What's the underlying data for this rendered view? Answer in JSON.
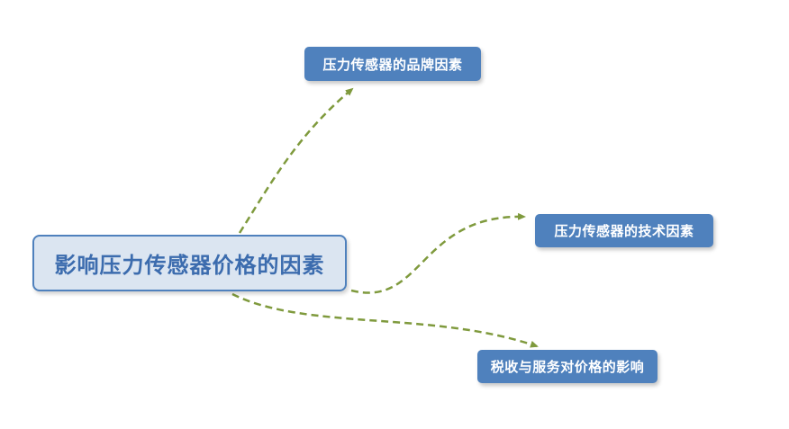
{
  "diagram": {
    "type": "mindmap",
    "central": {
      "label": "影响压力传感器价格的因素"
    },
    "branches": [
      {
        "id": "brand",
        "label": "压力传感器的品牌因素"
      },
      {
        "id": "tech",
        "label": "压力传感器的技术因素"
      },
      {
        "id": "tax",
        "label": "税收与服务对价格的影响"
      }
    ],
    "colors": {
      "central_fill": "#dbe5f1",
      "central_border": "#4f81bd",
      "central_text": "#3c6cae",
      "branch_fill": "#4f81bd",
      "branch_text": "#ffffff",
      "connector": "#7f9a3d"
    }
  }
}
